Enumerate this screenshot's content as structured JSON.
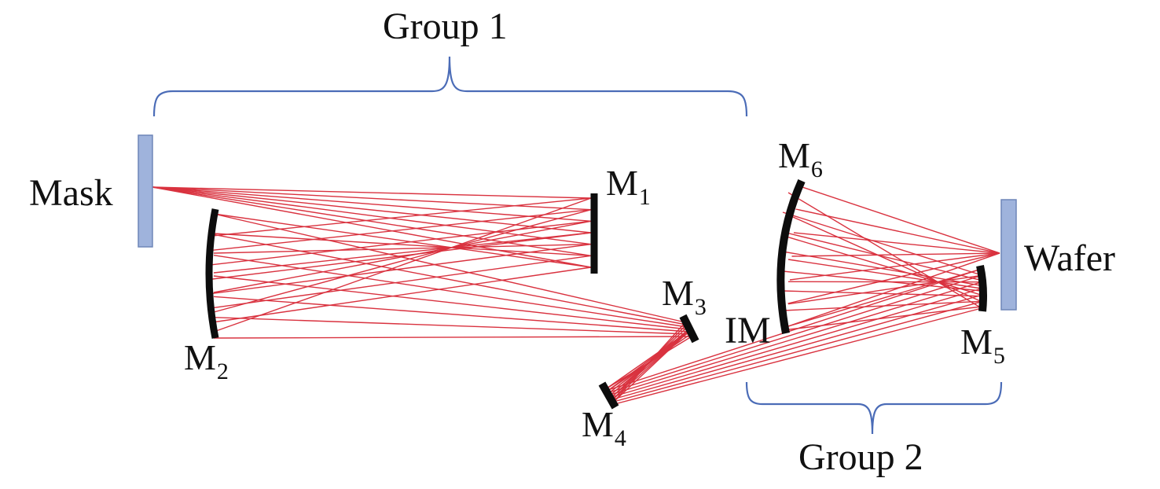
{
  "labels": {
    "group1": "Group 1",
    "group2": "Group 2",
    "mask": "Mask",
    "wafer": "Wafer",
    "im": "IM",
    "mirror_letter": "M",
    "m1_sub": "1",
    "m2_sub": "2",
    "m3_sub": "3",
    "m4_sub": "4",
    "m5_sub": "5",
    "m6_sub": "6"
  },
  "colors": {
    "ray": "#d9323f",
    "mirror": "#0d0d0d",
    "plate_fill": "#9fb3dc",
    "plate_stroke": "#6f86b8",
    "bracket": "#4b6cb7",
    "text": "#111111"
  }
}
